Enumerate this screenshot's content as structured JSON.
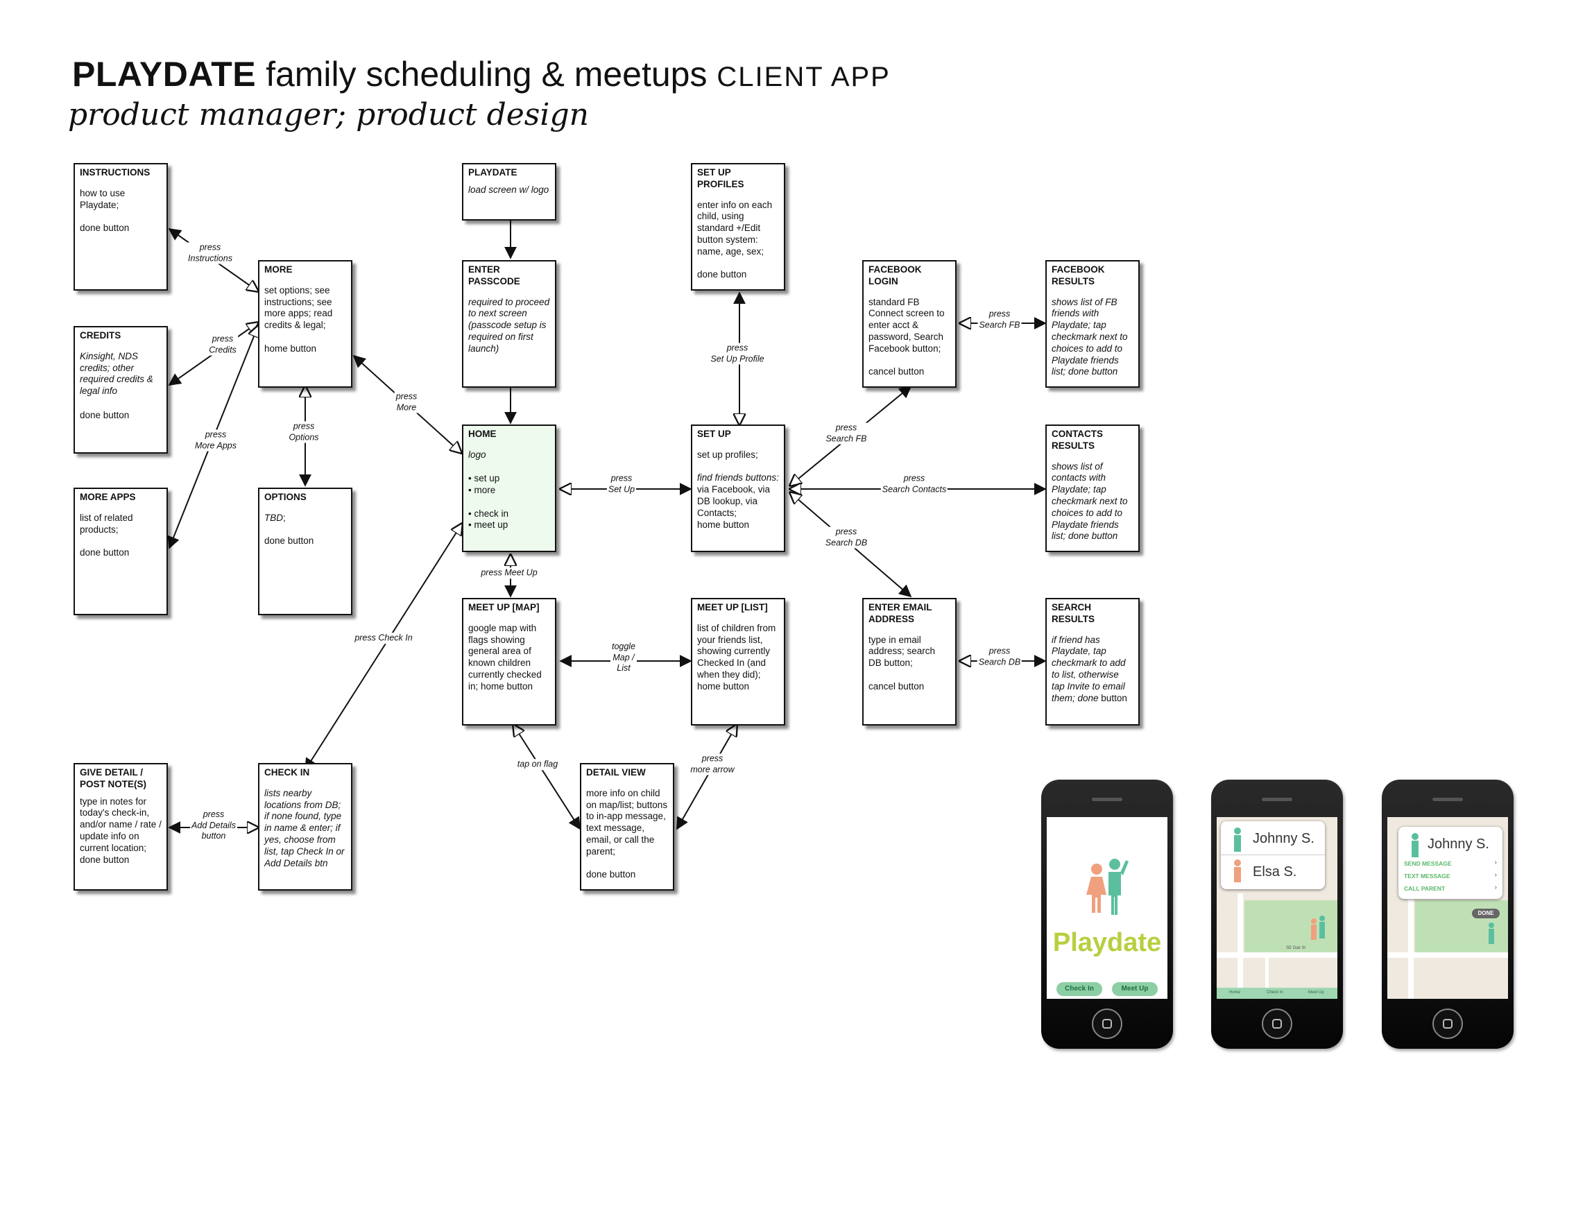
{
  "header": {
    "brand": "PLAYDATE",
    "subtitle": " family scheduling & meetups ",
    "client": "CLIENT APP",
    "role": "product manager; product design"
  },
  "boxes": {
    "instructions": {
      "title": "INSTRUCTIONS",
      "body": "how to use Playdate;\n\ndone button"
    },
    "credits": {
      "title": "CREDITS",
      "body_italic": "Kinsight, NDS credits; other required credits & legal info",
      "body": "\n\ndone button"
    },
    "more_apps": {
      "title": "MORE APPS",
      "body": "list of related products;\n\ndone button"
    },
    "more": {
      "title": "MORE",
      "body": "set options; see instructions; see more apps; read credits & legal;\n\nhome button"
    },
    "options": {
      "title": "OPTIONS",
      "body_italic": "TBD",
      "body": ";\n\ndone button"
    },
    "playdate": {
      "title": "PLAYDATE",
      "body_italic": "load screen w/ logo"
    },
    "passcode": {
      "title": "ENTER PASSCODE",
      "body_italic": "required to proceed to next screen (passcode setup is required on first launch)"
    },
    "home": {
      "title": "HOME",
      "body_italic": "logo",
      "body": "\n\n• set up\n• more\n\n• check in\n• meet up"
    },
    "setup_profiles": {
      "title": "SET UP PROFILES",
      "body": "enter info on each child, using standard +/Edit button system: name, age, sex;\n\ndone button"
    },
    "setup": {
      "title": "SET UP",
      "body": "set up profiles;\n\n",
      "body_italic": "find friends buttons:",
      "body2": " via Facebook, via DB lookup, via Contacts;\nhome button"
    },
    "fb_login": {
      "title": "FACEBOOK LOGIN",
      "body": "standard FB Connect screen to enter acct & password, Search Facebook button;\n\ncancel button"
    },
    "fb_results": {
      "title": "FACEBOOK RESULTS",
      "body_italic": "shows list of FB friends with Playdate; tap checkmark next to choices to add to Playdate friends list; done button"
    },
    "contacts_results": {
      "title": "CONTACTS RESULTS",
      "body_italic": "shows list of contacts with Playdate; tap checkmark next to choices to add to Playdate friends list; done button"
    },
    "email": {
      "title": "ENTER EMAIL ADDRESS",
      "body": "type in email address; search DB button;\n\ncancel button"
    },
    "search_results": {
      "title": "SEARCH RESULTS",
      "body_italic": "if friend has Playdate, tap checkmark to add to list, otherwise tap Invite to email them; done",
      "body": " button"
    },
    "meetup_map": {
      "title": "MEET UP [MAP]",
      "body": "google map with flags showing general area of known children currently checked in; home button"
    },
    "meetup_list": {
      "title": "MEET UP [LIST]",
      "body": "list of children from your friends list, showing currently Checked In (and when they did); home button"
    },
    "detail_view": {
      "title": "DETAIL VIEW",
      "body": "more info on child on map/list; buttons to in-app message, text message, email, or call the parent;\n\ndone button"
    },
    "check_in": {
      "title": "CHECK IN",
      "body_italic": "lists nearby locations from DB; if none found, type in name & enter; if yes, choose from list, tap Check In or Add Details btn"
    },
    "give_detail": {
      "title": "GIVE DETAIL / POST NOTE(S)",
      "body": "type in notes for today's check-in, and/or name / rate / update info on current location;\ndone button"
    }
  },
  "labels": {
    "press_instructions": "press\nInstructions",
    "press_credits": "press\nCredits",
    "press_more_apps": "press\nMore Apps",
    "press_options": "press\nOptions",
    "press_more": "press\nMore",
    "press_setup": "press\nSet Up",
    "press_setup_profile": "press\nSet Up Profile",
    "press_search_fb_a": "press\nSearch FB",
    "press_search_fb_b": "press\nSearch FB",
    "press_search_contacts": "press\nSearch Contacts",
    "press_search_db_a": "press\nSearch DB",
    "press_search_db_b": "press\nSearch DB",
    "press_meet_up": "press Meet Up",
    "toggle": "toggle\nMap /\nList",
    "press_check_in": "press Check In",
    "tap_on_flag": "tap on flag",
    "press_more_arrow": "press\nmore arrow",
    "press_add_details": "press\nAdd Details\nbutton"
  },
  "phones": {
    "splash": {
      "logo": "Playdate",
      "btn_check_in": "Check In",
      "btn_meet_up": "Meet Up"
    },
    "map": {
      "name1": "Johnny S.",
      "name2": "Elsa S.",
      "tab1": "Home",
      "tab2": "Check In",
      "tab3": "Meet Up"
    },
    "detail": {
      "name": "Johnny S.",
      "action1": "SEND MESSAGE",
      "action2": "TEXT MESSAGE",
      "action3": "CALL PARENT",
      "done": "DONE"
    }
  },
  "colors": {
    "home_fill": "#eefaee",
    "teal_figure": "#5bbf9f",
    "orange_figure": "#f0a07e",
    "logo_green": "#b7cf3f"
  }
}
